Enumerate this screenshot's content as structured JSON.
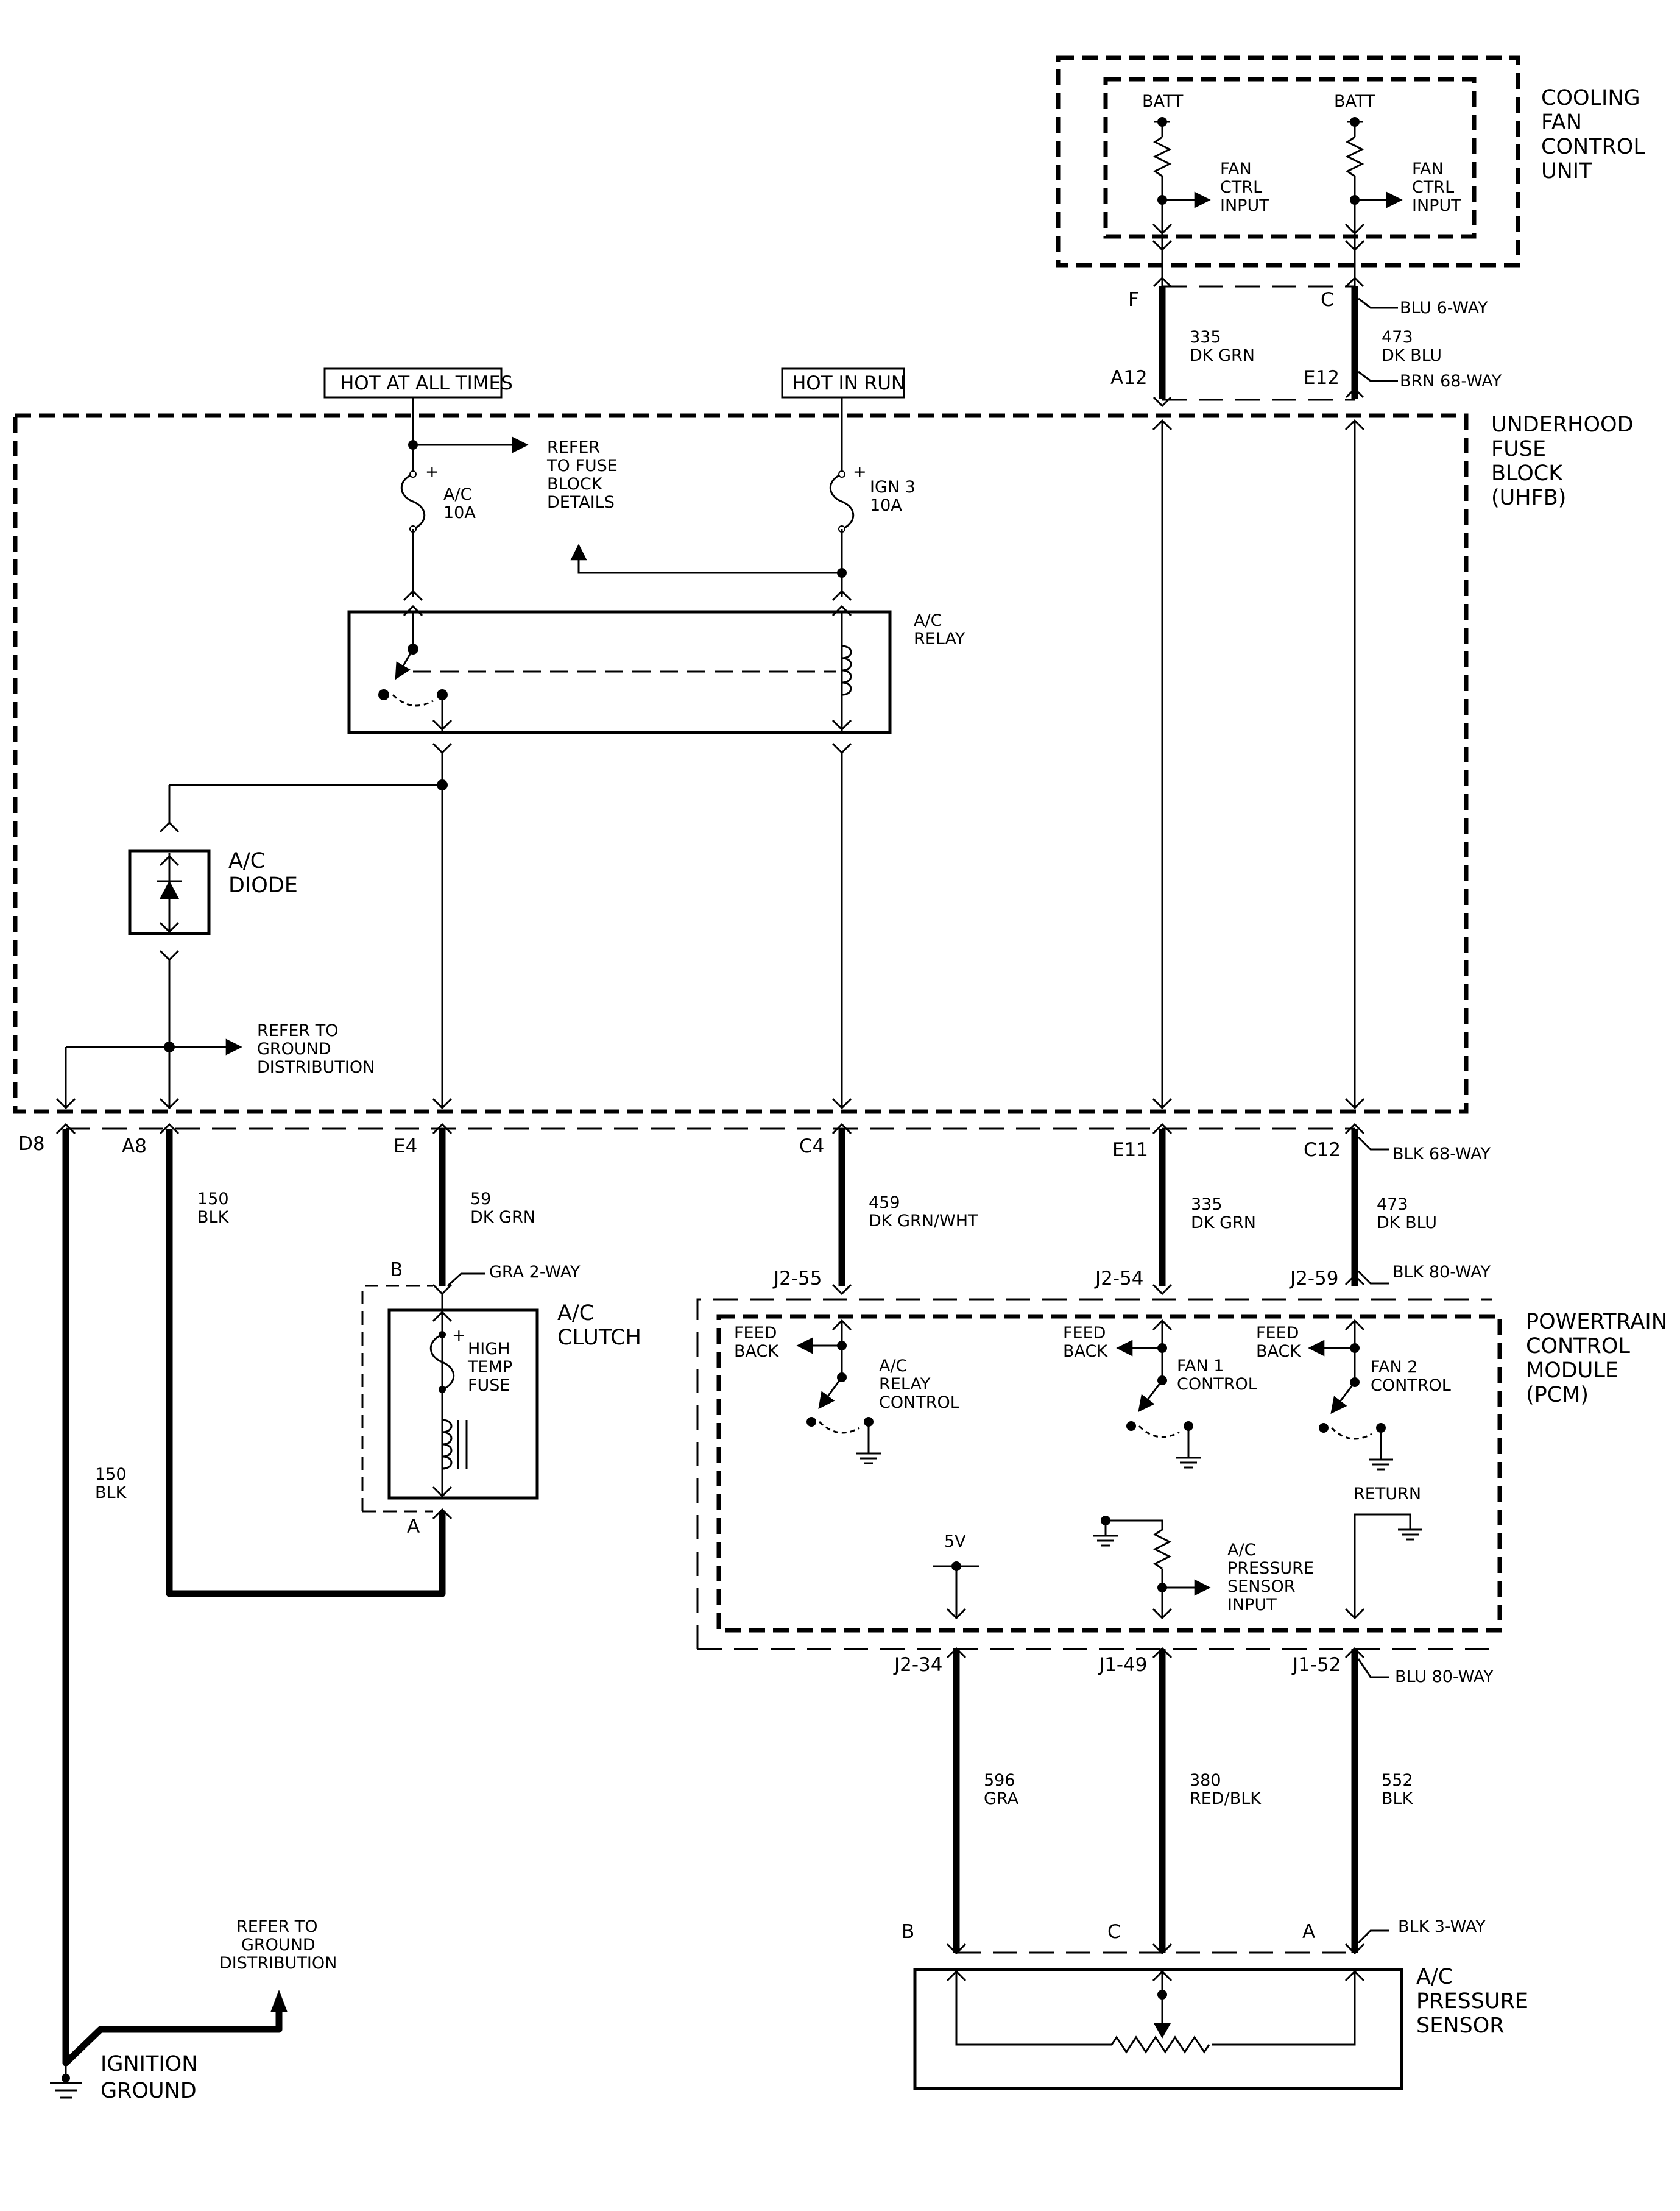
{
  "components": {
    "cooling_fan": [
      "COOLING",
      "FAN",
      "CONTROL",
      "UNIT"
    ],
    "uhfb": [
      "UNDERHOOD",
      "FUSE",
      "BLOCK",
      "(UHFB)"
    ],
    "ac_relay": [
      "A/C",
      "RELAY"
    ],
    "ac_diode": [
      "A/C",
      "DIODE"
    ],
    "ac_clutch": [
      "A/C",
      "CLUTCH"
    ],
    "pcm": [
      "POWERTRAIN",
      "CONTROL",
      "MODULE",
      "(PCM)"
    ],
    "ac_pressure_sensor": [
      "A/C",
      "PRESSURE",
      "SENSOR"
    ],
    "ignition_ground": [
      "IGNITION",
      "GROUND"
    ]
  },
  "power": {
    "hot_at_all_times": "HOT AT ALL TIMES",
    "hot_in_run": "HOT IN RUN"
  },
  "fuses": {
    "ac": [
      "A/C",
      "10A"
    ],
    "ign3": [
      "IGN 3",
      "10A"
    ]
  },
  "notes": {
    "fuse_details": [
      "REFER",
      "TO FUSE",
      "BLOCK",
      "DETAILS"
    ],
    "ground_dist_1": [
      "REFER TO",
      "GROUND",
      "DISTRIBUTION"
    ],
    "ground_dist_2": [
      "REFER TO",
      "GROUND",
      "DISTRIBUTION"
    ],
    "high_temp_fuse": [
      "HIGH",
      "TEMP",
      "FUSE"
    ],
    "batt": "BATT",
    "fan_ctrl_input": [
      "FAN",
      "CTRL",
      "INPUT"
    ],
    "feed_back": [
      "FEED",
      "BACK"
    ],
    "ac_relay_control": [
      "A/C",
      "RELAY",
      "CONTROL"
    ],
    "fan1_control": [
      "FAN 1",
      "CONTROL"
    ],
    "fan2_control": [
      "FAN 2",
      "CONTROL"
    ],
    "return": "RETURN",
    "five_v": "5V",
    "ac_pressure_input": [
      "A/C",
      "PRESSURE",
      "SENSOR",
      "INPUT"
    ],
    "plus": "+"
  },
  "connectors": {
    "blu_6": "BLU 6-WAY",
    "brn_68": "BRN 68-WAY",
    "blk_68": "BLK 68-WAY",
    "blk_80": "BLK 80-WAY",
    "blu_80": "BLU 80-WAY",
    "gra_2": "GRA 2-WAY",
    "blk_3": "BLK 3-WAY"
  },
  "pins": {
    "F": "F",
    "C": "C",
    "A12": "A12",
    "E12": "E12",
    "D8": "D8",
    "A8": "A8",
    "E4": "E4",
    "C4": "C4",
    "E11": "E11",
    "C12": "C12",
    "B": "B",
    "A": "A",
    "J2_55": "J2-55",
    "J2_54": "J2-54",
    "J2_59": "J2-59",
    "J2_34": "J2-34",
    "J1_49": "J1-49",
    "J1_52": "J1-52",
    "S_B": "B",
    "S_C": "C",
    "S_A": "A"
  },
  "wires": {
    "w335_top": [
      "335",
      "DK GRN"
    ],
    "w473_top": [
      "473",
      "DK BLU"
    ],
    "w150_a": [
      "150",
      "BLK"
    ],
    "w150_b": [
      "150",
      "BLK"
    ],
    "w59": [
      "59",
      "DK GRN"
    ],
    "w459": [
      "459",
      "DK GRN/WHT"
    ],
    "w335": [
      "335",
      "DK GRN"
    ],
    "w473": [
      "473",
      "DK BLU"
    ],
    "w596": [
      "596",
      "GRA"
    ],
    "w380": [
      "380",
      "RED/BLK"
    ],
    "w552": [
      "552",
      "BLK"
    ]
  }
}
